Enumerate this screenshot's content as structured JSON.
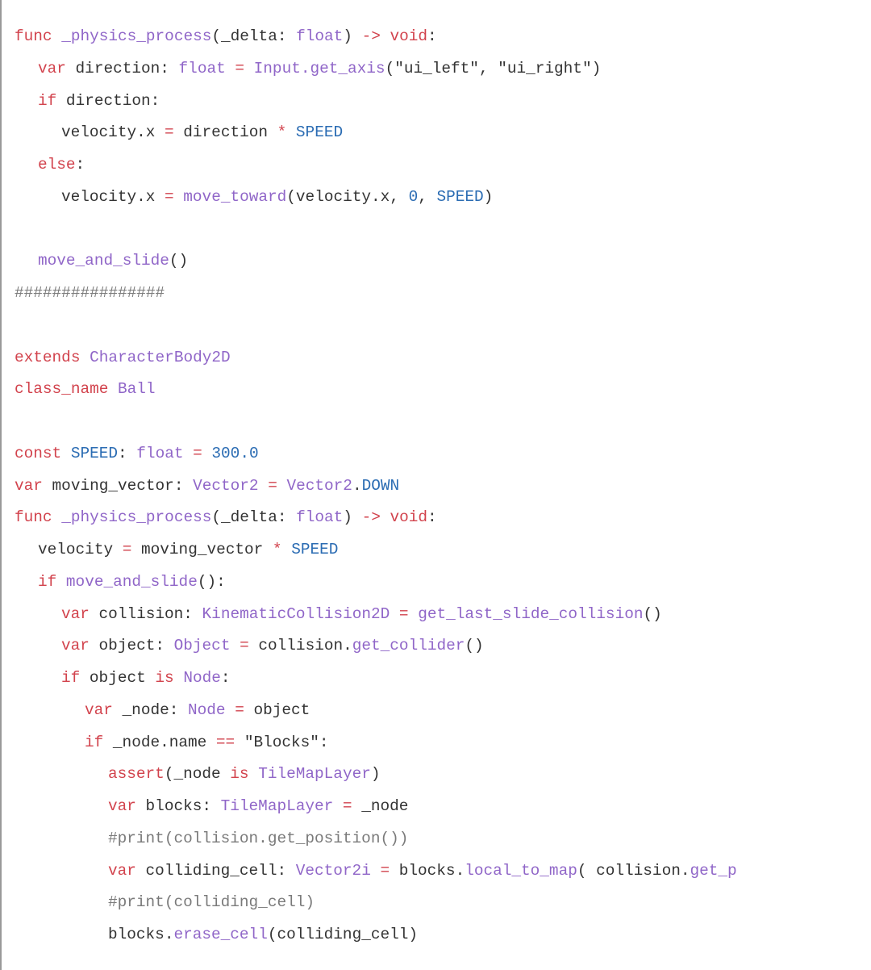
{
  "lines": [
    {
      "indent": 0,
      "tokens": [
        {
          "c": "k",
          "t": "func "
        },
        {
          "c": "f",
          "t": "_physics_process"
        },
        {
          "c": "n",
          "t": "(_delta: "
        },
        {
          "c": "f",
          "t": "float"
        },
        {
          "c": "n",
          "t": ") "
        },
        {
          "c": "k",
          "t": "->"
        },
        {
          "c": "n",
          "t": " "
        },
        {
          "c": "k",
          "t": "void"
        },
        {
          "c": "n",
          "t": ":"
        }
      ]
    },
    {
      "indent": 1,
      "tokens": [
        {
          "c": "k",
          "t": "var "
        },
        {
          "c": "n",
          "t": "direction: "
        },
        {
          "c": "f",
          "t": "float"
        },
        {
          "c": "n",
          "t": " "
        },
        {
          "c": "k",
          "t": "="
        },
        {
          "c": "n",
          "t": " "
        },
        {
          "c": "f",
          "t": "Input.get_axis"
        },
        {
          "c": "n",
          "t": "(\"ui_left\", \"ui_right\")"
        }
      ]
    },
    {
      "indent": 1,
      "tokens": [
        {
          "c": "k",
          "t": "if "
        },
        {
          "c": "n",
          "t": "direction:"
        }
      ]
    },
    {
      "indent": 2,
      "tokens": [
        {
          "c": "n",
          "t": "velocity.x "
        },
        {
          "c": "k",
          "t": "="
        },
        {
          "c": "n",
          "t": " direction "
        },
        {
          "c": "k",
          "t": "*"
        },
        {
          "c": "n",
          "t": " "
        },
        {
          "c": "c",
          "t": "SPEED"
        }
      ]
    },
    {
      "indent": 1,
      "tokens": [
        {
          "c": "k",
          "t": "else"
        },
        {
          "c": "n",
          "t": ":"
        }
      ]
    },
    {
      "indent": 2,
      "tokens": [
        {
          "c": "n",
          "t": "velocity.x "
        },
        {
          "c": "k",
          "t": "="
        },
        {
          "c": "n",
          "t": " "
        },
        {
          "c": "f",
          "t": "move_toward"
        },
        {
          "c": "n",
          "t": "(velocity.x, "
        },
        {
          "c": "c",
          "t": "0"
        },
        {
          "c": "n",
          "t": ", "
        },
        {
          "c": "c",
          "t": "SPEED"
        },
        {
          "c": "n",
          "t": ")"
        }
      ]
    },
    {
      "indent": 0,
      "tokens": []
    },
    {
      "indent": 1,
      "tokens": [
        {
          "c": "f",
          "t": "move_and_slide"
        },
        {
          "c": "n",
          "t": "()"
        }
      ]
    },
    {
      "indent": 0,
      "tokens": [
        {
          "c": "m",
          "t": "################"
        }
      ]
    },
    {
      "indent": 0,
      "tokens": []
    },
    {
      "indent": 0,
      "tokens": [
        {
          "c": "k",
          "t": "extends "
        },
        {
          "c": "f",
          "t": "CharacterBody2D"
        }
      ]
    },
    {
      "indent": 0,
      "tokens": [
        {
          "c": "k",
          "t": "class_name "
        },
        {
          "c": "f",
          "t": "Ball"
        }
      ]
    },
    {
      "indent": 0,
      "tokens": []
    },
    {
      "indent": 0,
      "tokens": [
        {
          "c": "k",
          "t": "const "
        },
        {
          "c": "c",
          "t": "SPEED"
        },
        {
          "c": "n",
          "t": ": "
        },
        {
          "c": "f",
          "t": "float"
        },
        {
          "c": "n",
          "t": " "
        },
        {
          "c": "k",
          "t": "="
        },
        {
          "c": "n",
          "t": " "
        },
        {
          "c": "c",
          "t": "300.0"
        }
      ]
    },
    {
      "indent": 0,
      "tokens": [
        {
          "c": "k",
          "t": "var "
        },
        {
          "c": "n",
          "t": "moving_vector: "
        },
        {
          "c": "f",
          "t": "Vector2"
        },
        {
          "c": "n",
          "t": " "
        },
        {
          "c": "k",
          "t": "="
        },
        {
          "c": "n",
          "t": " "
        },
        {
          "c": "f",
          "t": "Vector2"
        },
        {
          "c": "n",
          "t": "."
        },
        {
          "c": "c",
          "t": "DOWN"
        }
      ]
    },
    {
      "indent": 0,
      "tokens": [
        {
          "c": "k",
          "t": "func "
        },
        {
          "c": "f",
          "t": "_physics_process"
        },
        {
          "c": "n",
          "t": "(_delta: "
        },
        {
          "c": "f",
          "t": "float"
        },
        {
          "c": "n",
          "t": ") "
        },
        {
          "c": "k",
          "t": "->"
        },
        {
          "c": "n",
          "t": " "
        },
        {
          "c": "k",
          "t": "void"
        },
        {
          "c": "n",
          "t": ":"
        }
      ]
    },
    {
      "indent": 1,
      "tokens": [
        {
          "c": "n",
          "t": "velocity "
        },
        {
          "c": "k",
          "t": "="
        },
        {
          "c": "n",
          "t": " moving_vector "
        },
        {
          "c": "k",
          "t": "*"
        },
        {
          "c": "n",
          "t": " "
        },
        {
          "c": "c",
          "t": "SPEED"
        }
      ]
    },
    {
      "indent": 1,
      "tokens": [
        {
          "c": "k",
          "t": "if "
        },
        {
          "c": "f",
          "t": "move_and_slide"
        },
        {
          "c": "n",
          "t": "():"
        }
      ]
    },
    {
      "indent": 2,
      "tokens": [
        {
          "c": "k",
          "t": "var "
        },
        {
          "c": "n",
          "t": "collision: "
        },
        {
          "c": "f",
          "t": "KinematicCollision2D"
        },
        {
          "c": "n",
          "t": " "
        },
        {
          "c": "k",
          "t": "="
        },
        {
          "c": "n",
          "t": " "
        },
        {
          "c": "f",
          "t": "get_last_slide_collision"
        },
        {
          "c": "n",
          "t": "()"
        }
      ]
    },
    {
      "indent": 2,
      "tokens": [
        {
          "c": "k",
          "t": "var "
        },
        {
          "c": "n",
          "t": "object: "
        },
        {
          "c": "f",
          "t": "Object"
        },
        {
          "c": "n",
          "t": " "
        },
        {
          "c": "k",
          "t": "="
        },
        {
          "c": "n",
          "t": " collision."
        },
        {
          "c": "f",
          "t": "get_collider"
        },
        {
          "c": "n",
          "t": "()"
        }
      ]
    },
    {
      "indent": 2,
      "tokens": [
        {
          "c": "k",
          "t": "if "
        },
        {
          "c": "n",
          "t": "object "
        },
        {
          "c": "k",
          "t": "is "
        },
        {
          "c": "f",
          "t": "Node"
        },
        {
          "c": "n",
          "t": ":"
        }
      ]
    },
    {
      "indent": 3,
      "tokens": [
        {
          "c": "k",
          "t": "var "
        },
        {
          "c": "n",
          "t": "_node: "
        },
        {
          "c": "f",
          "t": "Node"
        },
        {
          "c": "n",
          "t": " "
        },
        {
          "c": "k",
          "t": "="
        },
        {
          "c": "n",
          "t": " object"
        }
      ]
    },
    {
      "indent": 3,
      "tokens": [
        {
          "c": "k",
          "t": "if "
        },
        {
          "c": "n",
          "t": "_node.name "
        },
        {
          "c": "k",
          "t": "=="
        },
        {
          "c": "n",
          "t": " \"Blocks\":"
        }
      ]
    },
    {
      "indent": 4,
      "tokens": [
        {
          "c": "k",
          "t": "assert"
        },
        {
          "c": "n",
          "t": "(_node "
        },
        {
          "c": "k",
          "t": "is "
        },
        {
          "c": "f",
          "t": "TileMapLayer"
        },
        {
          "c": "n",
          "t": ")"
        }
      ]
    },
    {
      "indent": 4,
      "tokens": [
        {
          "c": "k",
          "t": "var "
        },
        {
          "c": "n",
          "t": "blocks: "
        },
        {
          "c": "f",
          "t": "TileMapLayer"
        },
        {
          "c": "n",
          "t": " "
        },
        {
          "c": "k",
          "t": "="
        },
        {
          "c": "n",
          "t": " _node"
        }
      ]
    },
    {
      "indent": 4,
      "tokens": [
        {
          "c": "m",
          "t": "#print(collision.get_position())"
        }
      ]
    },
    {
      "indent": 4,
      "tokens": [
        {
          "c": "k",
          "t": "var "
        },
        {
          "c": "n",
          "t": "colliding_cell: "
        },
        {
          "c": "f",
          "t": "Vector2i"
        },
        {
          "c": "n",
          "t": " "
        },
        {
          "c": "k",
          "t": "="
        },
        {
          "c": "n",
          "t": " blocks."
        },
        {
          "c": "f",
          "t": "local_to_map"
        },
        {
          "c": "n",
          "t": "( collision."
        },
        {
          "c": "f",
          "t": "get_p"
        }
      ]
    },
    {
      "indent": 4,
      "tokens": [
        {
          "c": "m",
          "t": "#print(colliding_cell)"
        }
      ]
    },
    {
      "indent": 4,
      "tokens": [
        {
          "c": "n",
          "t": "blocks."
        },
        {
          "c": "f",
          "t": "erase_cell"
        },
        {
          "c": "n",
          "t": "(colliding_cell)"
        }
      ]
    }
  ]
}
